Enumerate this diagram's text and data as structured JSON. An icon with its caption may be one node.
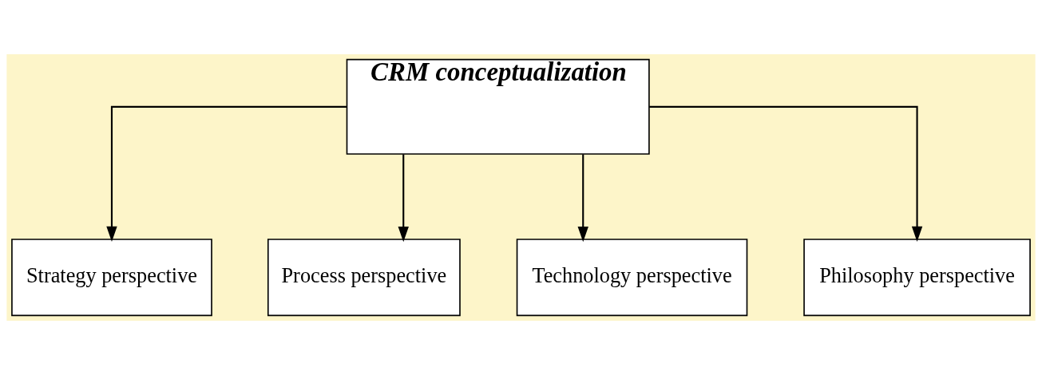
{
  "diagram": {
    "nodes": [
      {
        "text": [
          "CRM conceptualization"
        ]
      },
      {
        "text": [
          "Strategy perspective"
        ]
      },
      {
        "text": [
          "Process perspective"
        ]
      },
      {
        "text": [
          "Technology perspective"
        ]
      },
      {
        "text": [
          "Philosophy perspective"
        ]
      }
    ],
    "edges": [
      {
        "from": 0,
        "to": 1,
        "arrow": "to"
      },
      {
        "from": 0,
        "to": 2,
        "arrow": "to"
      },
      {
        "from": 0,
        "to": 3,
        "arrow": "to"
      },
      {
        "from": 0,
        "to": 4,
        "arrow": "to"
      }
    ]
  }
}
